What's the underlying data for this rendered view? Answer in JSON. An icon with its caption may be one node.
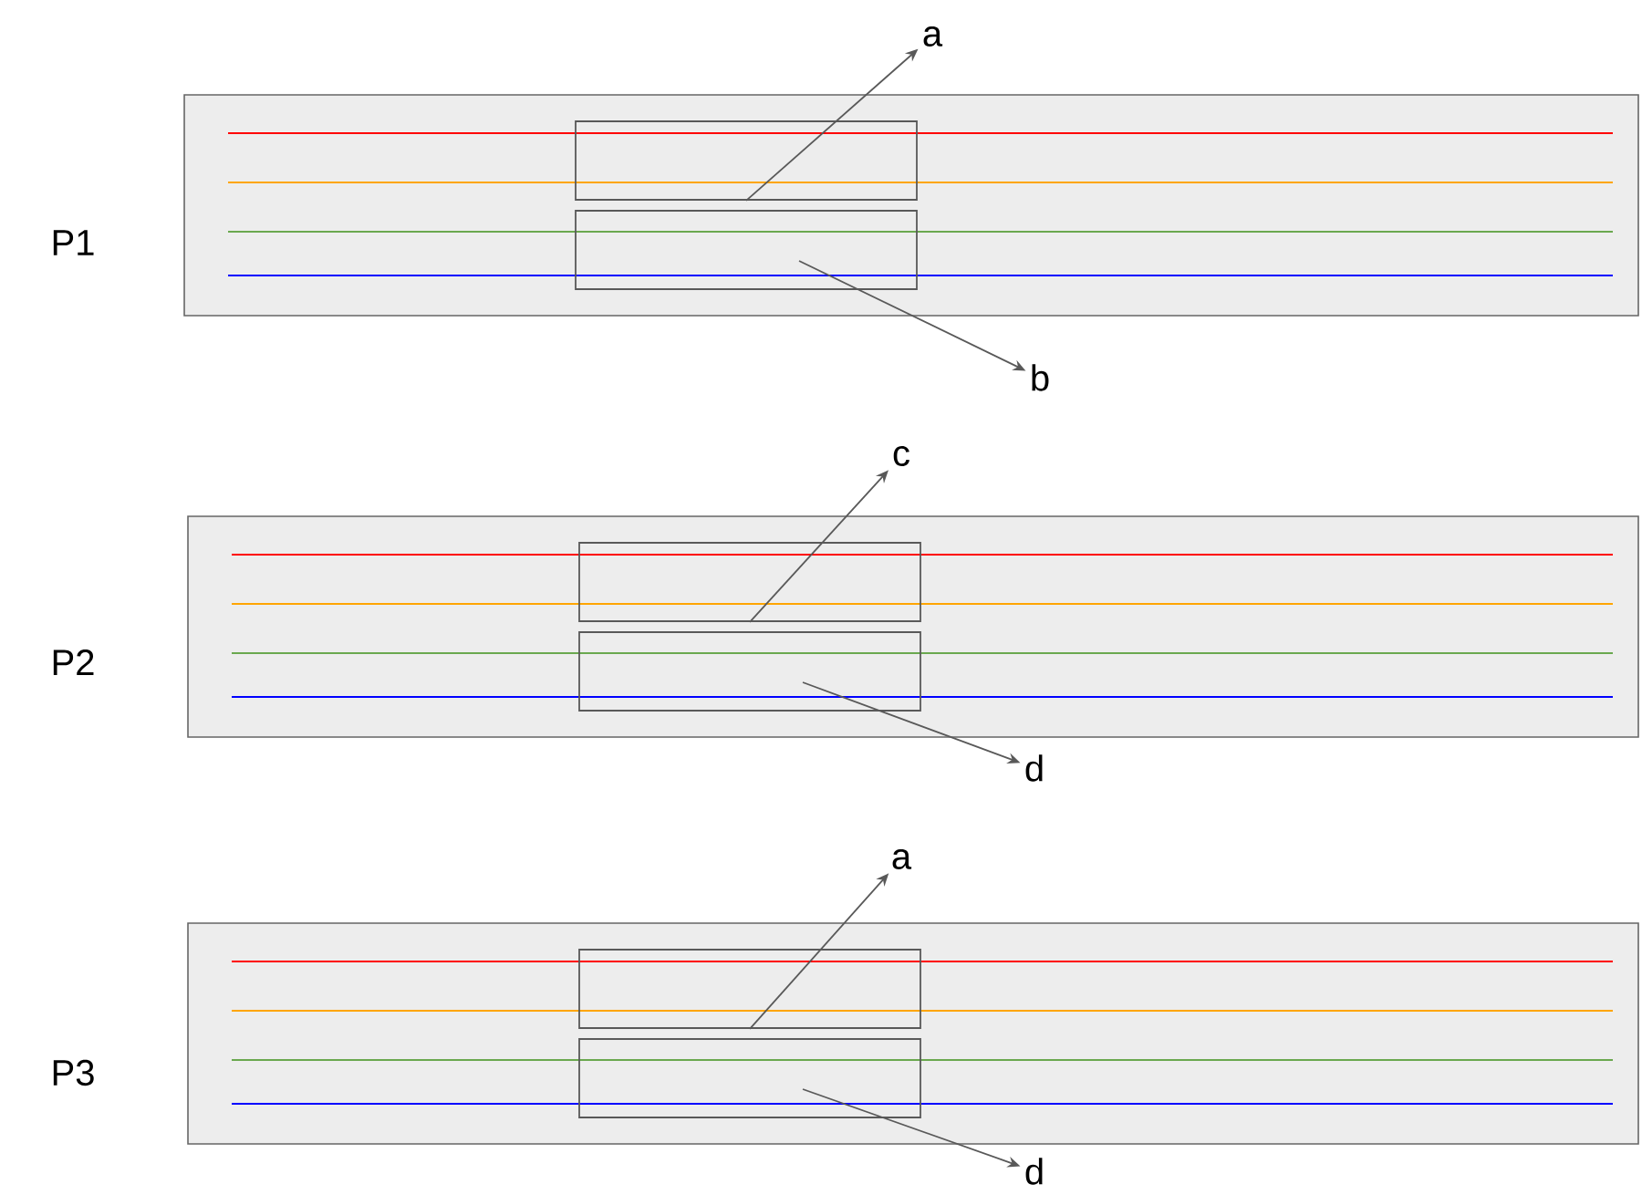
{
  "diagram": {
    "nodes": [
      {
        "text": [],
        "shape": "box",
        "beside": [
          "P1"
        ]
      },
      {
        "text": [],
        "shape": "box",
        "in": 0
      },
      {
        "text": [],
        "shape": "box",
        "in": 0
      },
      {
        "text": [
          "a"
        ]
      },
      {
        "text": [
          "b"
        ]
      },
      {
        "text": [],
        "shape": "box",
        "beside": [
          "P2"
        ]
      },
      {
        "text": [],
        "shape": "box",
        "in": 5
      },
      {
        "text": [],
        "shape": "box",
        "in": 5
      },
      {
        "text": [
          "c"
        ]
      },
      {
        "text": [
          "d"
        ]
      },
      {
        "text": [],
        "shape": "box",
        "beside": [
          "P3"
        ]
      },
      {
        "text": [],
        "shape": "box",
        "in": 10
      },
      {
        "text": [],
        "shape": "box",
        "in": 10
      },
      {
        "text": [
          "a"
        ]
      },
      {
        "text": [
          "d"
        ]
      }
    ],
    "edges": [
      {
        "from": 1,
        "to": 3,
        "arrow": "to"
      },
      {
        "from": 2,
        "to": 4,
        "arrow": "to"
      },
      {
        "from": 6,
        "to": 8,
        "arrow": "to"
      },
      {
        "from": 7,
        "to": 9,
        "arrow": "to"
      },
      {
        "from": 11,
        "to": 13,
        "arrow": "to"
      },
      {
        "from": 12,
        "to": 14,
        "arrow": "to"
      }
    ]
  }
}
